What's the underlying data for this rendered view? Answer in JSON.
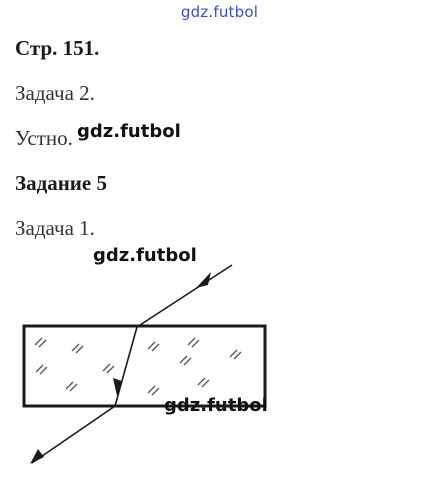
{
  "watermark": {
    "top": "gdz.futbol",
    "overlay1": "gdz.futbol",
    "overlay2": "gdz.futbol",
    "overlay3": "gdz.futbol"
  },
  "content": {
    "page_heading": "Стр. 151.",
    "task2_label": "Задача 2.",
    "task2_answer": "Устно.",
    "section_heading": "Задание 5",
    "task1_label": "Задача 1."
  },
  "figure": {
    "description_icon": "glass-slab-refraction-diagram"
  }
}
